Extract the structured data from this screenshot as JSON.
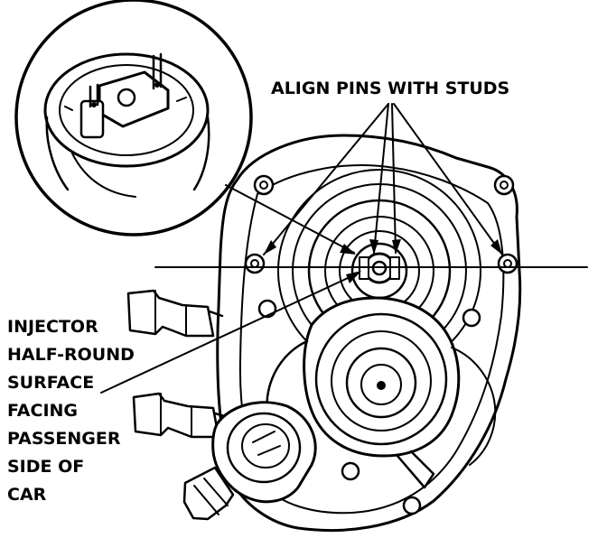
{
  "labels": {
    "align_pins": "ALIGN PINS WITH STUDS",
    "injector_lines": [
      "INJECTOR",
      "HALF-ROUND",
      "SURFACE",
      "FACING",
      "PASSENGER",
      "SIDE OF",
      "CAR"
    ]
  },
  "colors": {
    "ink": "#000000",
    "paper": "#ffffff"
  }
}
